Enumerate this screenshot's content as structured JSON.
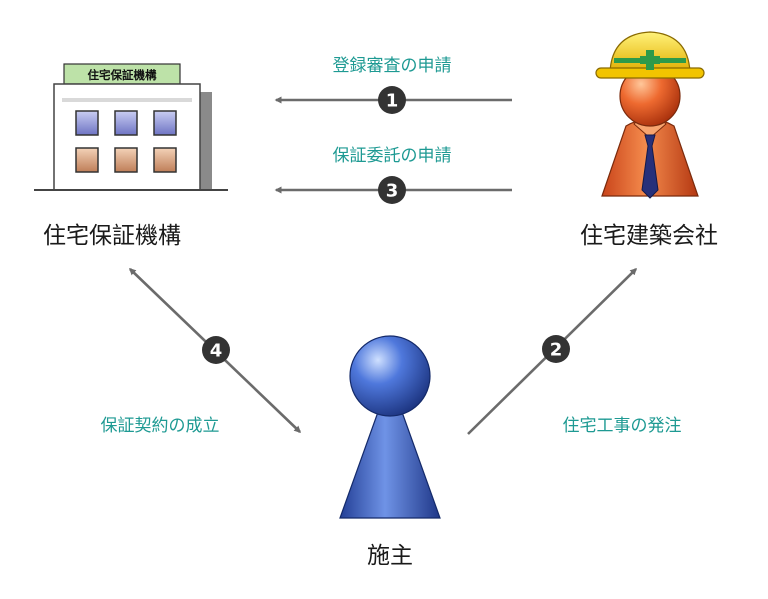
{
  "nodes": {
    "organization": {
      "label": "住宅保証機構",
      "sign": "住宅保証機構",
      "icon": "office-building-icon"
    },
    "builder": {
      "label": "住宅建築会社",
      "icon": "construction-worker-icon"
    },
    "client": {
      "label": "施主",
      "icon": "person-icon"
    }
  },
  "steps": [
    {
      "num": "1",
      "label": "登録審査の申請",
      "from": "builder",
      "to": "organization"
    },
    {
      "num": "2",
      "label": "住宅工事の発注",
      "from": "client",
      "to": "builder"
    },
    {
      "num": "3",
      "label": "保証委託の申請",
      "from": "builder",
      "to": "organization"
    },
    {
      "num": "4",
      "label": "保証契約の成立",
      "from": "organization",
      "to": "client",
      "bidirectional": true
    }
  ],
  "colors": {
    "edge_label": "#1e9a93",
    "arrow": "#6b6b6b",
    "badge": "#333333",
    "worker_body": "#e65a2a",
    "helmet": "#f2c400",
    "helmet_stripe": "#2e9a4a",
    "client_body": "#3a5fc4",
    "sign_bg": "#bde2a8"
  }
}
